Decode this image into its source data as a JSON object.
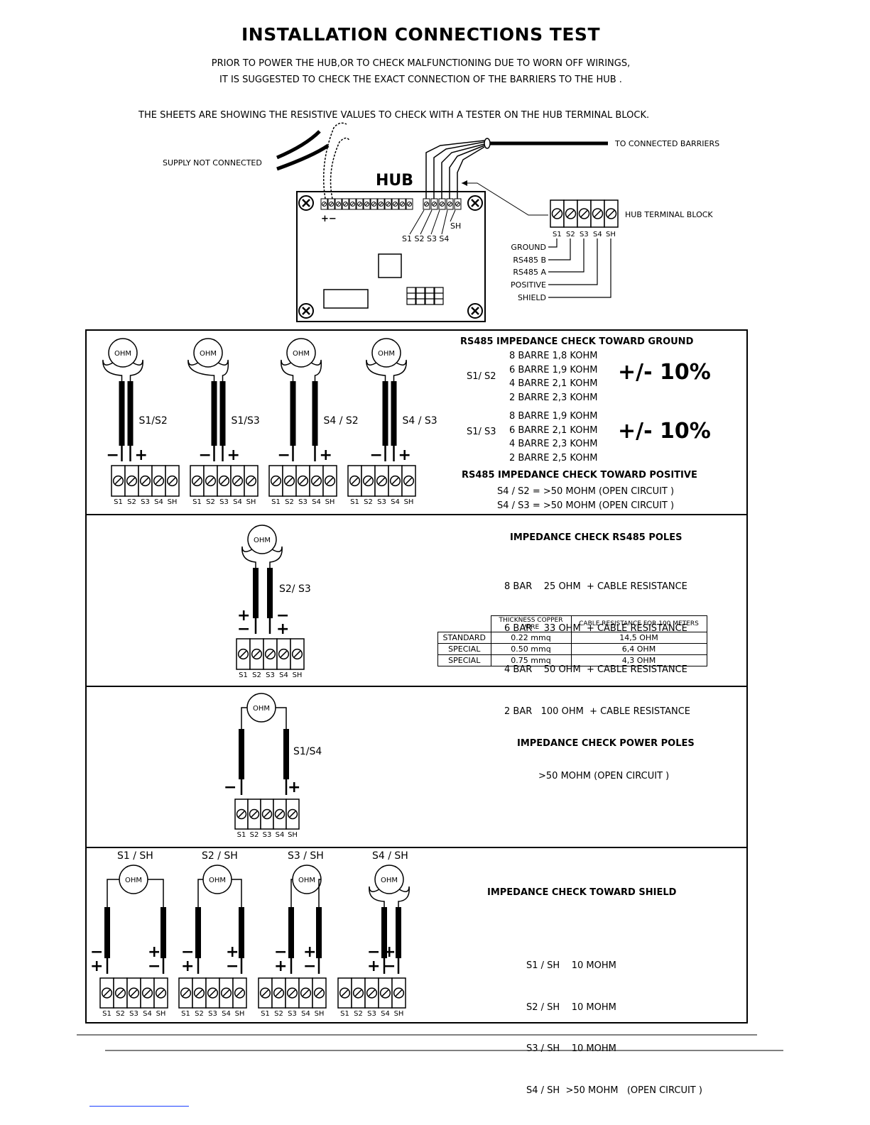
{
  "title": "INSTALLATION CONNECTIONS TEST",
  "intro_line1": "PRIOR TO POWER THE HUB,OR TO CHECK MALFUNCTIONING DUE TO WORN OFF WIRINGS,",
  "intro_line2": "IT IS SUGGESTED TO CHECK THE EXACT CONNECTION OF THE BARRIERS TO THE HUB .",
  "sheets_note": "THE SHEETS ARE SHOWING THE RESISTIVE VALUES TO CHECK WITH A TESTER ON THE HUB TERMINAL BLOCK.",
  "hub": {
    "label": "HUB",
    "supply_label": "SUPPLY NOT CONNECTED",
    "barriers_label": "TO CONNECTED BARRIERS",
    "terminal_block_label": "HUB TERMINAL BLOCK",
    "plus_minus": "+−",
    "terminal_labels": [
      "S1",
      "S2",
      "S3",
      "S4",
      "SH"
    ],
    "hub_terminal_text": "S1 S2 S3 S4",
    "sh_text": "SH",
    "wire_legend": [
      "GROUND",
      "RS485 B",
      "RS485 A",
      "POSITIVE",
      "SHIELD"
    ]
  },
  "meter_label": "OHM",
  "terminal_names": [
    "S1",
    "S2",
    "S3",
    "S4",
    "SH"
  ],
  "plus": "+",
  "minus": "−",
  "section1": {
    "probe_labels": [
      "S1/S2",
      "S1/S3",
      "S4 / S2",
      "S4 / S3"
    ],
    "heading_ground": "RS485  IMPEDANCE CHECK TOWARD GROUND",
    "s1s2_label": "S1/ S2",
    "s1s2_rows": [
      "8 BARRE  1,8 KOHM",
      "6 BARRE  1,9 KOHM",
      "4 BARRE  2,1 KOHM",
      "2 BARRE  2,3 KOHM"
    ],
    "s1s3_label": "S1/ S3",
    "s1s3_rows": [
      "8 BARRE  1,9 KOHM",
      "6 BARRE  2,1 KOHM",
      "4 BARRE  2,3 KOHM",
      "2 BARRE  2,5 KOHM"
    ],
    "tolerance": "+/- 10%",
    "heading_positive": "RS485 IMPEDANCE CHECK TOWARD POSITIVE",
    "positive_rows": [
      "S4 / S2 = >50 MOHM (OPEN CIRCUIT )",
      "S4 / S3 = >50 MOHM (OPEN CIRCUIT )"
    ]
  },
  "section2": {
    "probe_label": "S2/ S3",
    "heading": "IMPEDANCE CHECK RS485 POLES",
    "rows": [
      "8 BAR    25 OHM  + CABLE RESISTANCE",
      "6 BAR    33 OHM  + CABLE RESISTANCE",
      "4 BAR    50 OHM  + CABLE RESISTANCE",
      "2 BAR   100 OHM  + CABLE RESISTANCE"
    ],
    "table": {
      "col1": "THICKNESS COPPER WIRE",
      "col2": "CABLE RESISTANCE FOR 100 METERS",
      "rows": [
        {
          "type": "STANDARD",
          "thickness": "0.22 mmq",
          "resistance": "14,5 OHM"
        },
        {
          "type": "SPECIAL",
          "thickness": "0.50 mmq",
          "resistance": "6,4 OHM"
        },
        {
          "type": "SPECIAL",
          "thickness": "0.75 mmq",
          "resistance": "4,3 OHM"
        }
      ]
    }
  },
  "section3": {
    "probe_label": "S1/S4",
    "heading": "IMPEDANCE CHECK POWER POLES",
    "value": ">50 MOHM  (OPEN CIRCUIT )"
  },
  "section4": {
    "probe_labels": [
      "S1 / SH",
      "S2 / SH",
      "S3 / SH",
      "S4 / SH"
    ],
    "heading": "IMPEDANCE CHECK TOWARD SHIELD",
    "rows": [
      "S1 / SH    10 MOHM",
      "S2 / SH    10 MOHM",
      "S3 / SH    10 MOHM",
      "S4 / SH  >50 MOHM   (OPEN CIRCUIT )"
    ]
  }
}
